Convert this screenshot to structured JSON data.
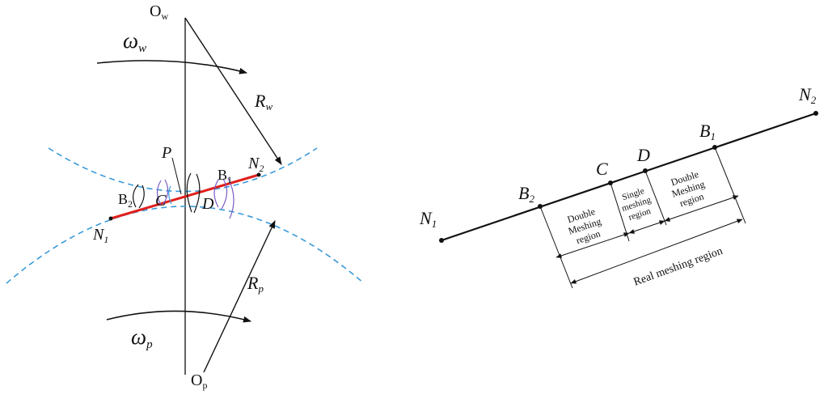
{
  "left_diagram": {
    "labels": {
      "o_w": "O",
      "o_w_sub": "w",
      "omega_w": "ω",
      "omega_w_sub": "w",
      "r_w": "R",
      "r_w_sub": "w",
      "p": "P",
      "n2": "N",
      "n2_sub": "2",
      "b1": "B",
      "b1_sub": "1",
      "b2": "B",
      "b2_sub": "2",
      "c": "C",
      "d": "D",
      "n1": "N",
      "n1_sub": "1",
      "r_p": "R",
      "r_p_sub": "p",
      "omega_p": "ω",
      "omega_p_sub": "p",
      "o_p": "O",
      "o_p_sub": "p"
    },
    "colors": {
      "pitch_circle": "#3a9ad9",
      "line_of_action": "#e0201c",
      "tooth_profile": "#7b5cc4",
      "ink": "#111111"
    }
  },
  "right_diagram": {
    "labels": {
      "n1": "N",
      "n1_sub": "1",
      "n2": "N",
      "n2_sub": "2",
      "b1": "B",
      "b1_sub": "1",
      "b2": "B",
      "b2_sub": "2",
      "c": "C",
      "d": "D"
    },
    "regions": {
      "double_left": [
        "Double",
        "Meshing",
        "region"
      ],
      "single": [
        "Single",
        "meshing",
        "region"
      ],
      "double_right": [
        "Double",
        "Meshing",
        "region"
      ],
      "real": "Real meshing region"
    }
  }
}
